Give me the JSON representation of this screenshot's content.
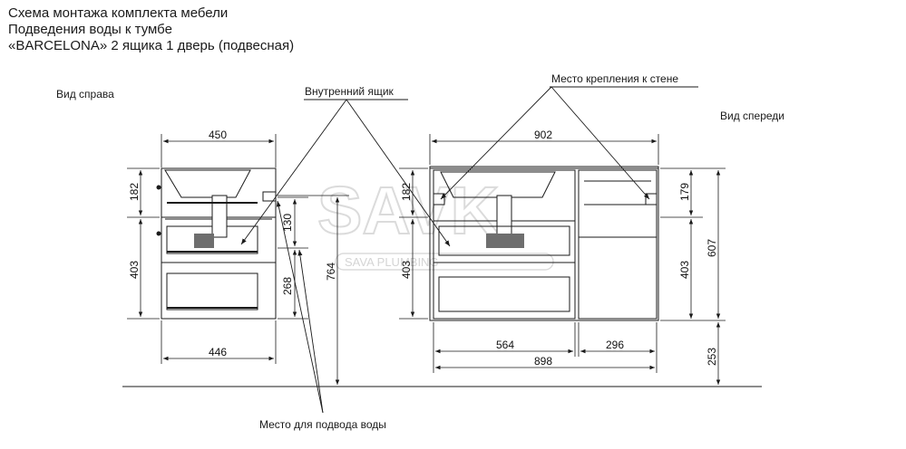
{
  "title": {
    "line1": "Схема монтажа комплекта мебели",
    "line2": "Подведения воды к тумбе",
    "line3": "«BARCELONA» 2 ящика 1 дверь (подвесная)"
  },
  "labels": {
    "side_view": "Вид справа",
    "front_view": "Вид спереди",
    "inner_drawer": "Внутренний ящик",
    "wall_mount": "Место крепления к стене",
    "water_supply": "Место для подвода воды"
  },
  "watermark": {
    "big": "SAVK",
    "small": "SAVA PLUMBING"
  },
  "dimensions": {
    "side_depth_top": "450",
    "side_depth_bottom": "446",
    "side_upper_height": "182",
    "side_drawer_height": "403",
    "pipe_offset": "130",
    "pipe_height": "268",
    "mount_height": "764",
    "front_width_top": "902",
    "front_width_bottom": "898",
    "front_left_width": "564",
    "front_right_width": "296",
    "front_upper_height": "179",
    "front_lower_height": "403",
    "total_height": "607",
    "floor_gap": "253"
  },
  "colors": {
    "line": "#1a1a1a",
    "panel": "#9a9a9a",
    "siphon": "#6e6e6e",
    "watermark": "#d8d8d8"
  }
}
